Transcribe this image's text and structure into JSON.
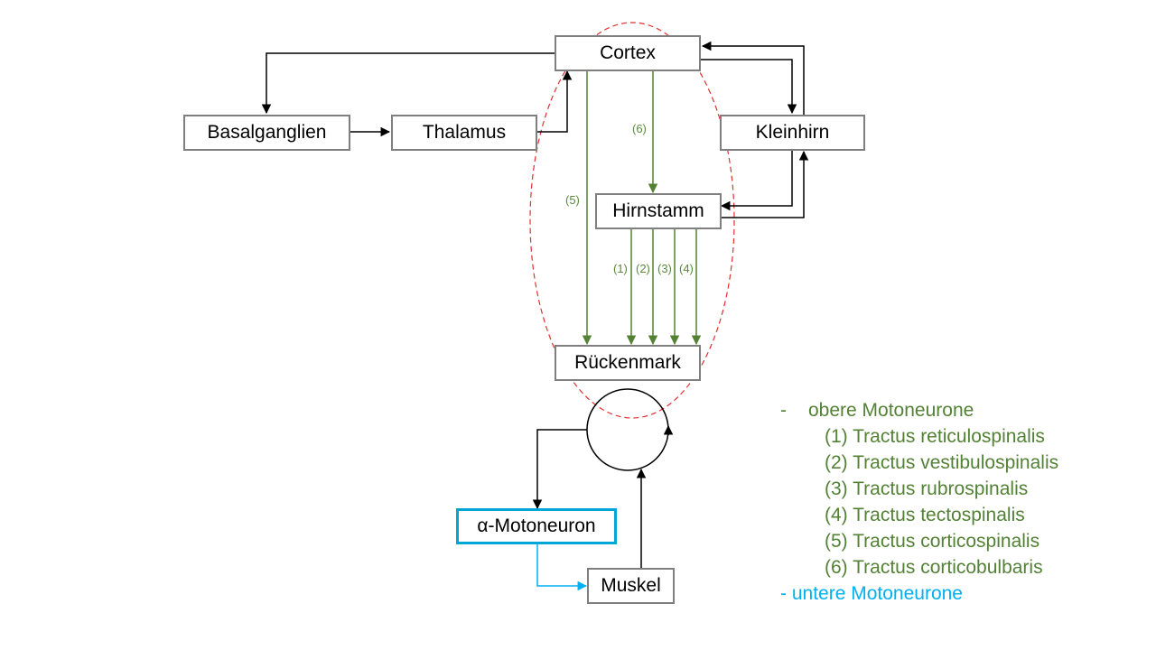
{
  "diagram": {
    "nodes": {
      "cortex": "Cortex",
      "basalganglien": "Basalganglien",
      "thalamus": "Thalamus",
      "kleinhirn": "Kleinhirn",
      "hirnstamm": "Hirnstamm",
      "rueckenmark": "Rückenmark",
      "alpha_motoneuron": "α-Motoneuron",
      "muskel": "Muskel"
    },
    "path_labels": {
      "p1": "(1)",
      "p2": "(2)",
      "p3": "(3)",
      "p4": "(4)",
      "p5": "(5)",
      "p6": "(6)"
    },
    "colors": {
      "green": "#538135",
      "blue": "#00b0f0",
      "red_dashed": "#e03030",
      "black": "#000000"
    }
  },
  "legend": {
    "upper": {
      "dash": "-",
      "title": "obere Motoneurone",
      "items": [
        "(1) Tractus reticulospinalis",
        "(2) Tractus vestibulospinalis",
        "(3) Tractus rubrospinalis",
        "(4) Tractus tectospinalis",
        "(5) Tractus corticospinalis",
        "(6) Tractus corticobulbaris"
      ]
    },
    "lower": {
      "dash": "-",
      "title": "untere Motoneurone"
    }
  }
}
